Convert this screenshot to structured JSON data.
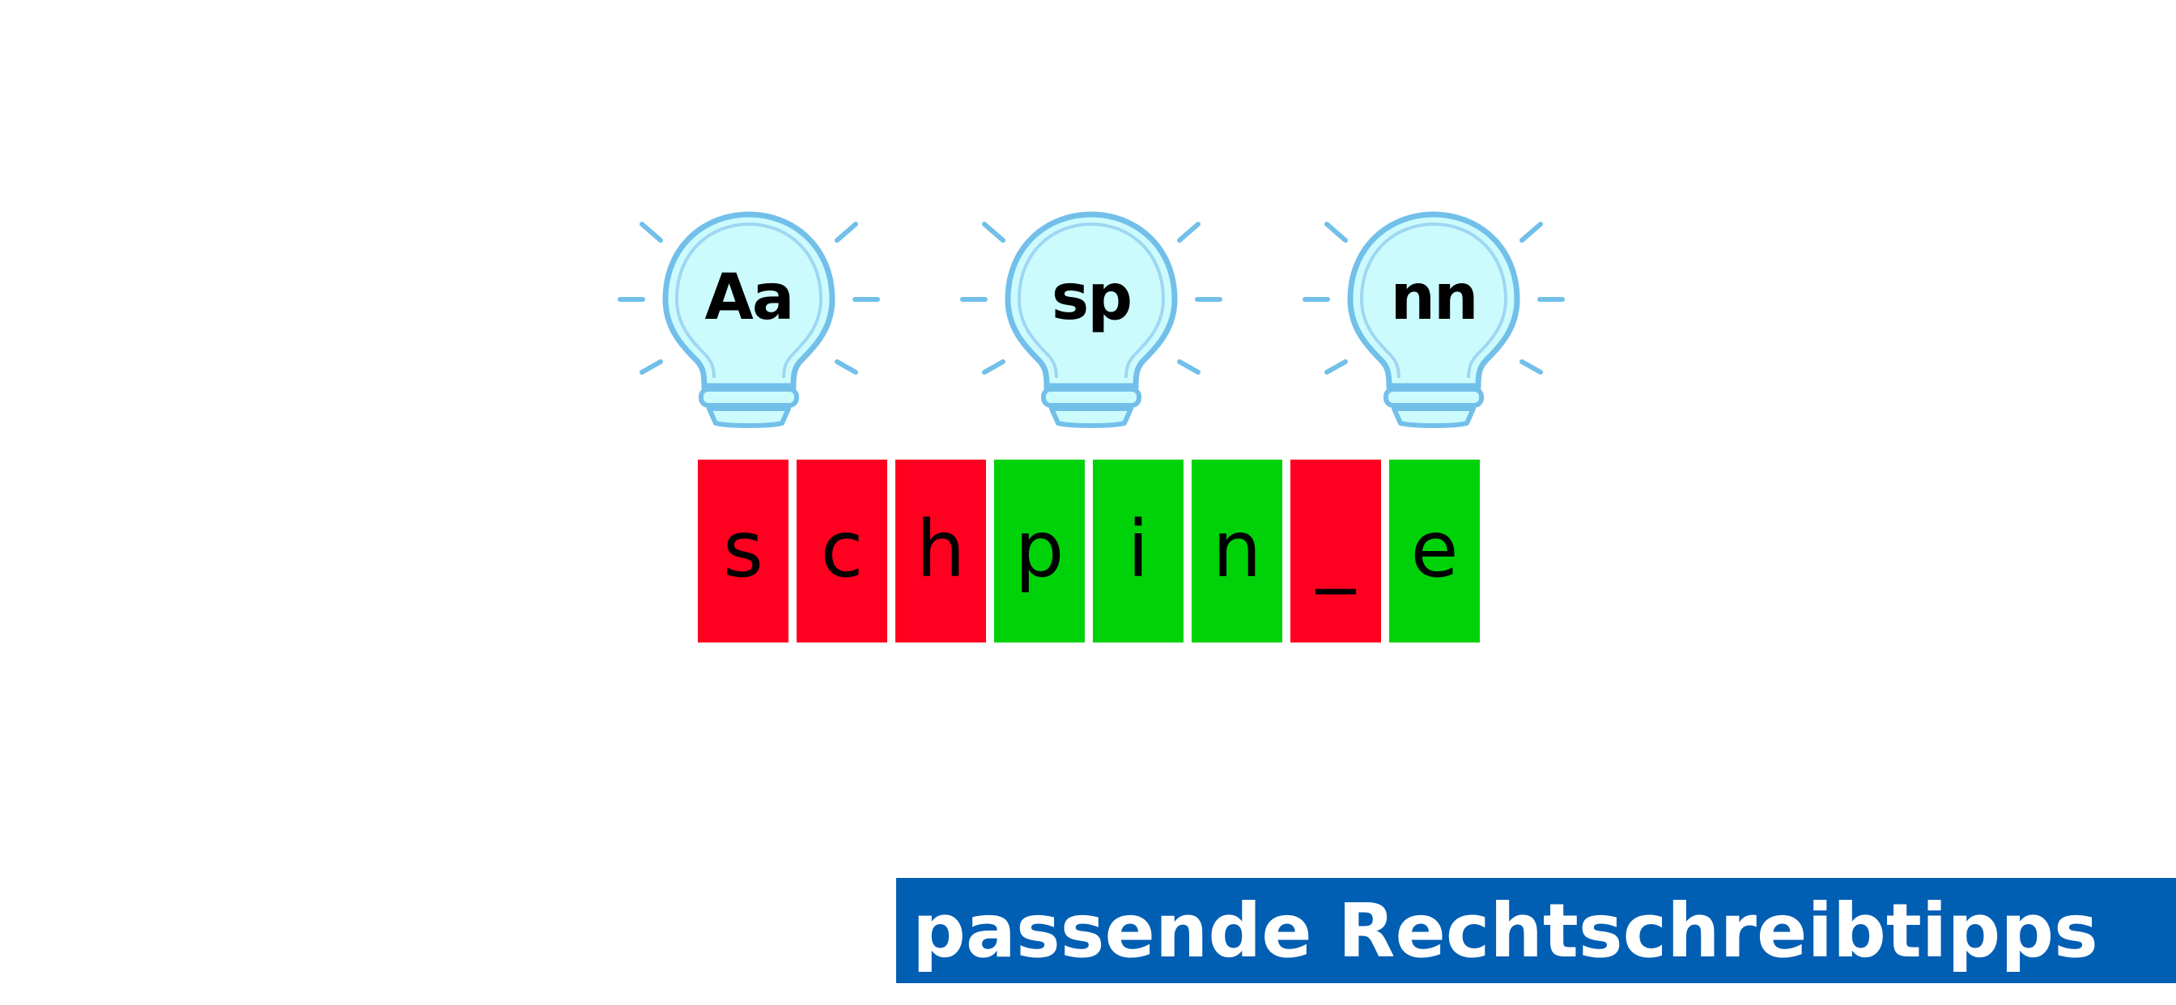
{
  "colors": {
    "bulb_fill": "#ccfbfd",
    "bulb_stroke": "#72c0ea",
    "tile_red": "#ff0020",
    "tile_green": "#00d20a",
    "caption_bg": "#005eb3",
    "caption_text": "#ffffff"
  },
  "bulbs": [
    {
      "label": "Aa",
      "icon": "lightbulb-icon"
    },
    {
      "label": "sp",
      "icon": "lightbulb-icon"
    },
    {
      "label": "nn",
      "icon": "lightbulb-icon"
    }
  ],
  "letters": [
    {
      "char": "s",
      "status": "red"
    },
    {
      "char": "c",
      "status": "red"
    },
    {
      "char": "h",
      "status": "red"
    },
    {
      "char": "p",
      "status": "green"
    },
    {
      "char": "i",
      "status": "green"
    },
    {
      "char": "n",
      "status": "green"
    },
    {
      "char": "_",
      "status": "red"
    },
    {
      "char": "e",
      "status": "green"
    }
  ],
  "caption": {
    "text": "passende Rechtschreibtipps"
  }
}
